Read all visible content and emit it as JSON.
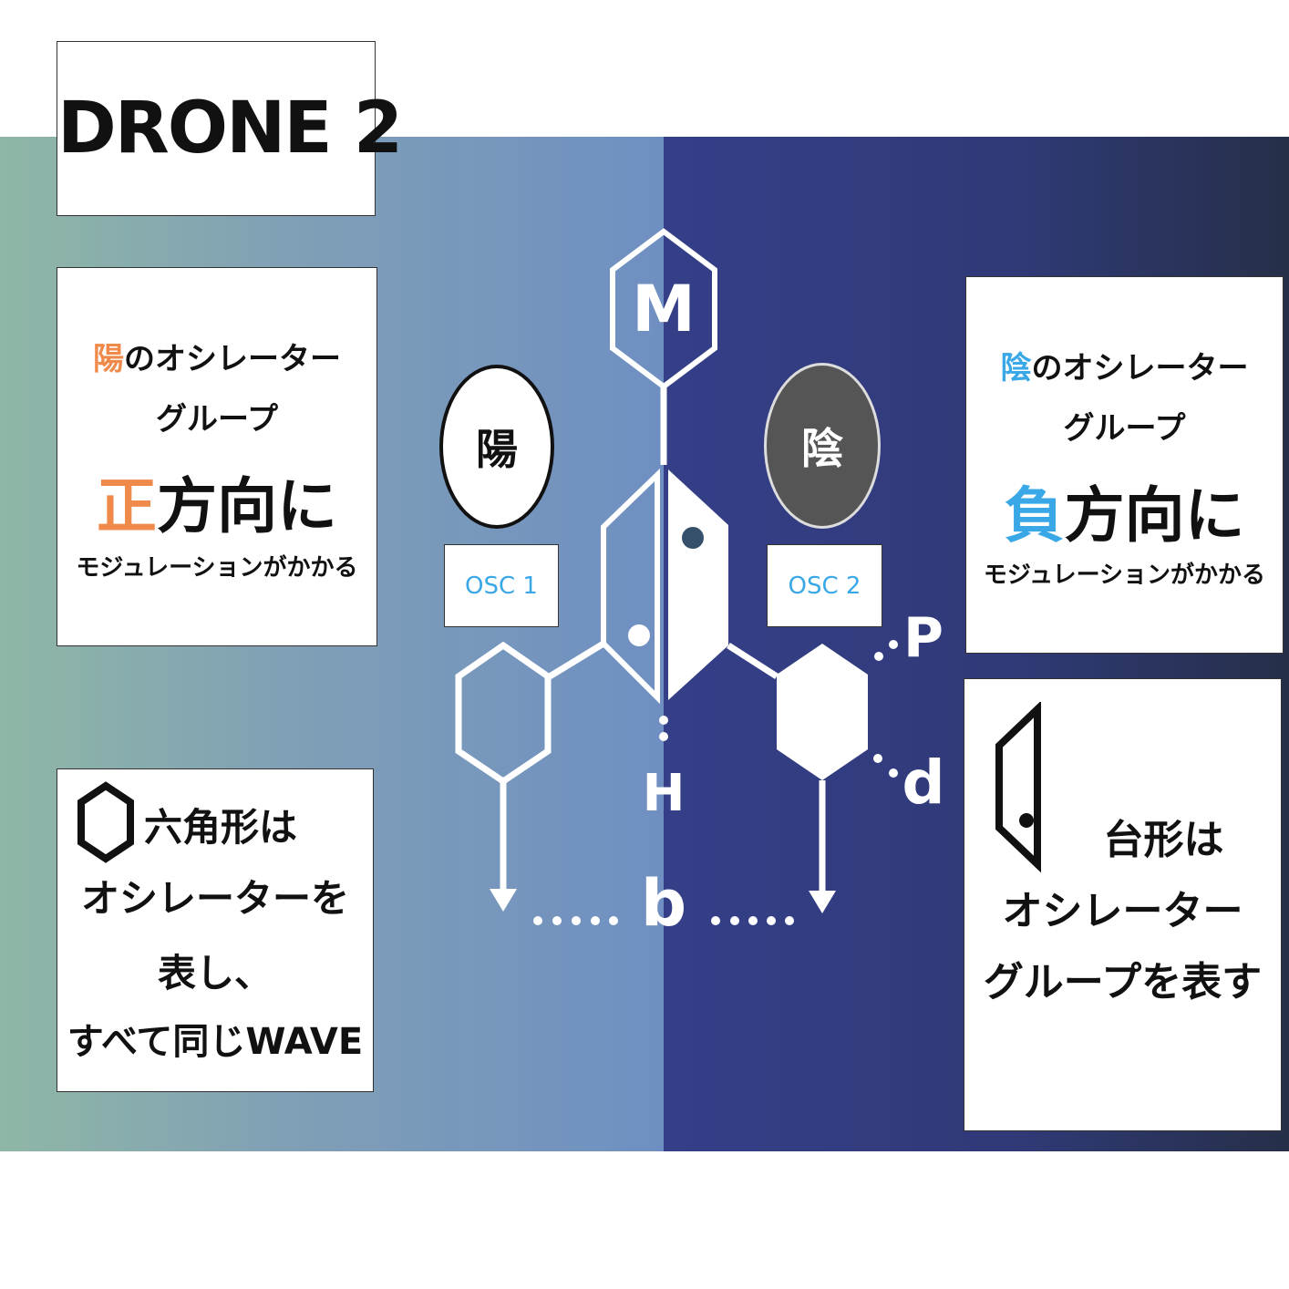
{
  "title": "DRONE 2",
  "left_top_box": {
    "line1_accent": "陽",
    "line1_rest": "のオシレーター",
    "line2": "グループ",
    "line3_accent": "正",
    "line3_rest": "方向に",
    "line4": "モジュレーションがかかる"
  },
  "left_bottom_box": {
    "line1": "六角形は",
    "line2": "オシレーターを",
    "line3": "表し、",
    "line4": "すべて同じWAVE"
  },
  "right_top_box": {
    "line1_accent": "陰",
    "line1_rest": "のオシレーター",
    "line2": "グループ",
    "line3_accent": "負",
    "line3_rest": "方向に",
    "line4": "モジュレーションがかかる"
  },
  "right_bottom_box": {
    "line1": "台形は",
    "line2": "オシレーター",
    "line3": "グループを表す"
  },
  "diagram": {
    "top_node": "M",
    "yang_label": "陽",
    "yin_label": "陰",
    "osc1": "OSC 1",
    "osc2": "OSC 2",
    "h_label": "H",
    "b_label": "b",
    "p_label": "P",
    "d_label": "d"
  },
  "colors": {
    "accent_orange": "#f08a4b",
    "accent_blue": "#3aa8e6",
    "yin_fill": "#555555"
  }
}
